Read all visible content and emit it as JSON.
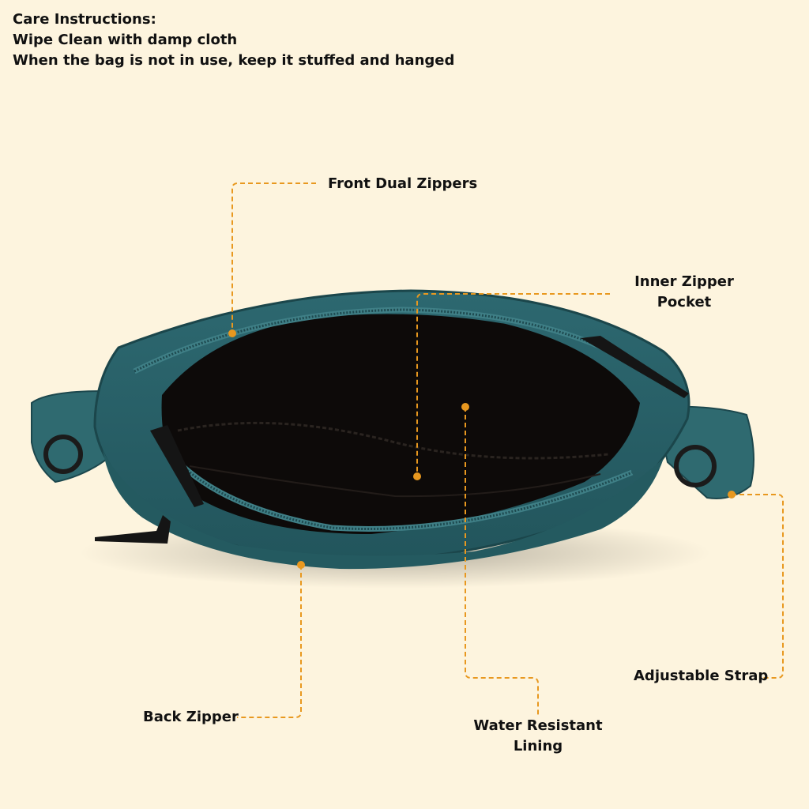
{
  "care": {
    "heading": "Care Instructions:",
    "line1": "Wipe Clean with damp cloth",
    "line2": "When the bag is not in use, keep it stuffed and hanged"
  },
  "labels": {
    "front_dual_zippers": "Front Dual Zippers",
    "inner_zipper_pocket_1": "Inner Zipper",
    "inner_zipper_pocket_2": "Pocket",
    "adjustable_strap": "Adjustable Strap",
    "back_zipper": "Back Zipper",
    "water_resistant_1": "Water Resistant",
    "water_resistant_2": "Lining"
  },
  "colors": {
    "background": "#fdf4de",
    "bag_teal": "#2f6a70",
    "lining": "#0d0a09",
    "callout": "#e8981f"
  }
}
